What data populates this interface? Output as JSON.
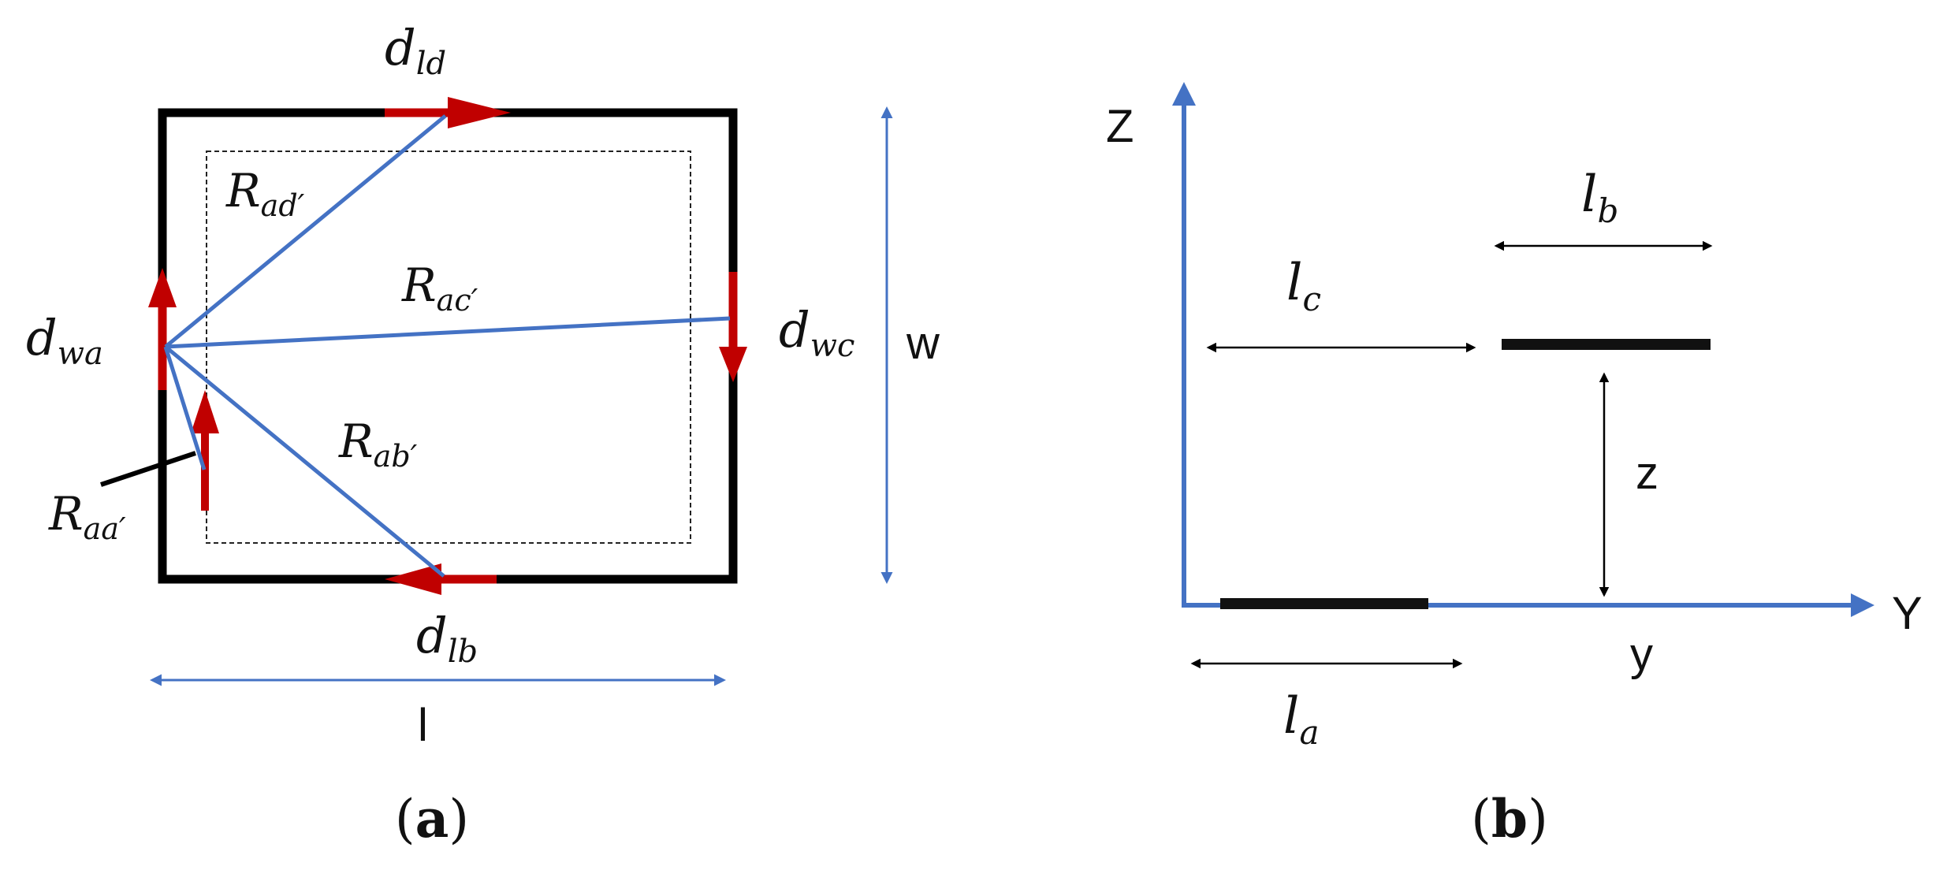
{
  "colors": {
    "frame": "#000000",
    "blue": "#4472C4",
    "red": "#C00000",
    "dark_bar": "#111111",
    "inner_dashed": "#222222",
    "thin_arrow": "#000000"
  },
  "panel_a": {
    "caption": {
      "open": "(",
      "letter": "a",
      "close": ")"
    },
    "labels": {
      "d_ld": {
        "base": "d",
        "sub": "ld"
      },
      "d_wa": {
        "base": "d",
        "sub": "wa"
      },
      "d_wc": {
        "base": "d",
        "sub": "wc"
      },
      "d_lb": {
        "base": "d",
        "sub": "lb"
      },
      "R_adp": {
        "base": "R",
        "sub": "ad′"
      },
      "R_acp": {
        "base": "R",
        "sub": "ac′"
      },
      "R_abp": {
        "base": "R",
        "sub": "ab′"
      },
      "R_aap": {
        "base": "R",
        "sub": "aa′"
      },
      "w": "w",
      "l": "l"
    }
  },
  "panel_b": {
    "caption": {
      "open": "(",
      "letter": "b",
      "close": ")"
    },
    "axis_labels": {
      "Z": "Z",
      "Y": "Y"
    },
    "labels": {
      "l_b": {
        "base": "l",
        "sub": "b"
      },
      "l_c": {
        "base": "l",
        "sub": "c"
      },
      "l_a": {
        "base": "l",
        "sub": "a"
      },
      "z": "z",
      "y": "y"
    }
  }
}
